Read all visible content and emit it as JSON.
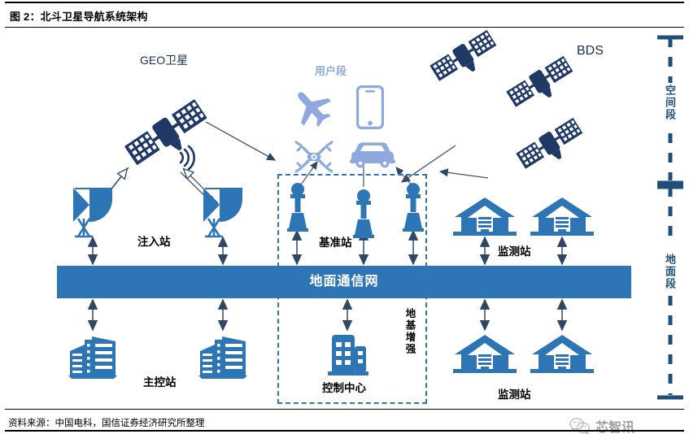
{
  "figure": {
    "title": "图 2：北斗卫星导航系统架构",
    "source": "资料来源：中国电科，国信证券经济研究所整理"
  },
  "diagram": {
    "labels": {
      "geo_satellite": "GEO卫星",
      "user_segment": "用户段",
      "bds": "BDS",
      "injection_station": "注入站",
      "reference_station": "基准站",
      "monitoring_station_top": "监测站",
      "ground_network": "地面通信网",
      "master_control_station": "主控站",
      "control_center": "控制中心",
      "monitoring_station_bottom": "监测站",
      "ground_augmentation": "地基增强"
    },
    "segments": {
      "space": "空间段",
      "ground": "地面段"
    },
    "icons": {
      "satellite": "satellite-icon",
      "dish": "satellite-dish-icon",
      "tower": "reference-tower-icon",
      "station_building": "monitoring-station-building-icon",
      "office_building": "office-building-icon",
      "control_building": "control-center-building-icon",
      "airplane": "airplane-icon",
      "smartphone": "smartphone-icon",
      "drone": "drone-icon",
      "car": "car-icon"
    },
    "colors": {
      "navy": "#1f3864",
      "medium_blue": "#2e75b6",
      "bar_blue": "#2e75b6",
      "light_blue": "#8fa9dc",
      "arrow": "#44546a",
      "dash_blue": "#2e75b6",
      "segment_label": "#1f4e79"
    }
  },
  "watermark": {
    "icon": "wechat-icon",
    "text": "芯智讯"
  }
}
